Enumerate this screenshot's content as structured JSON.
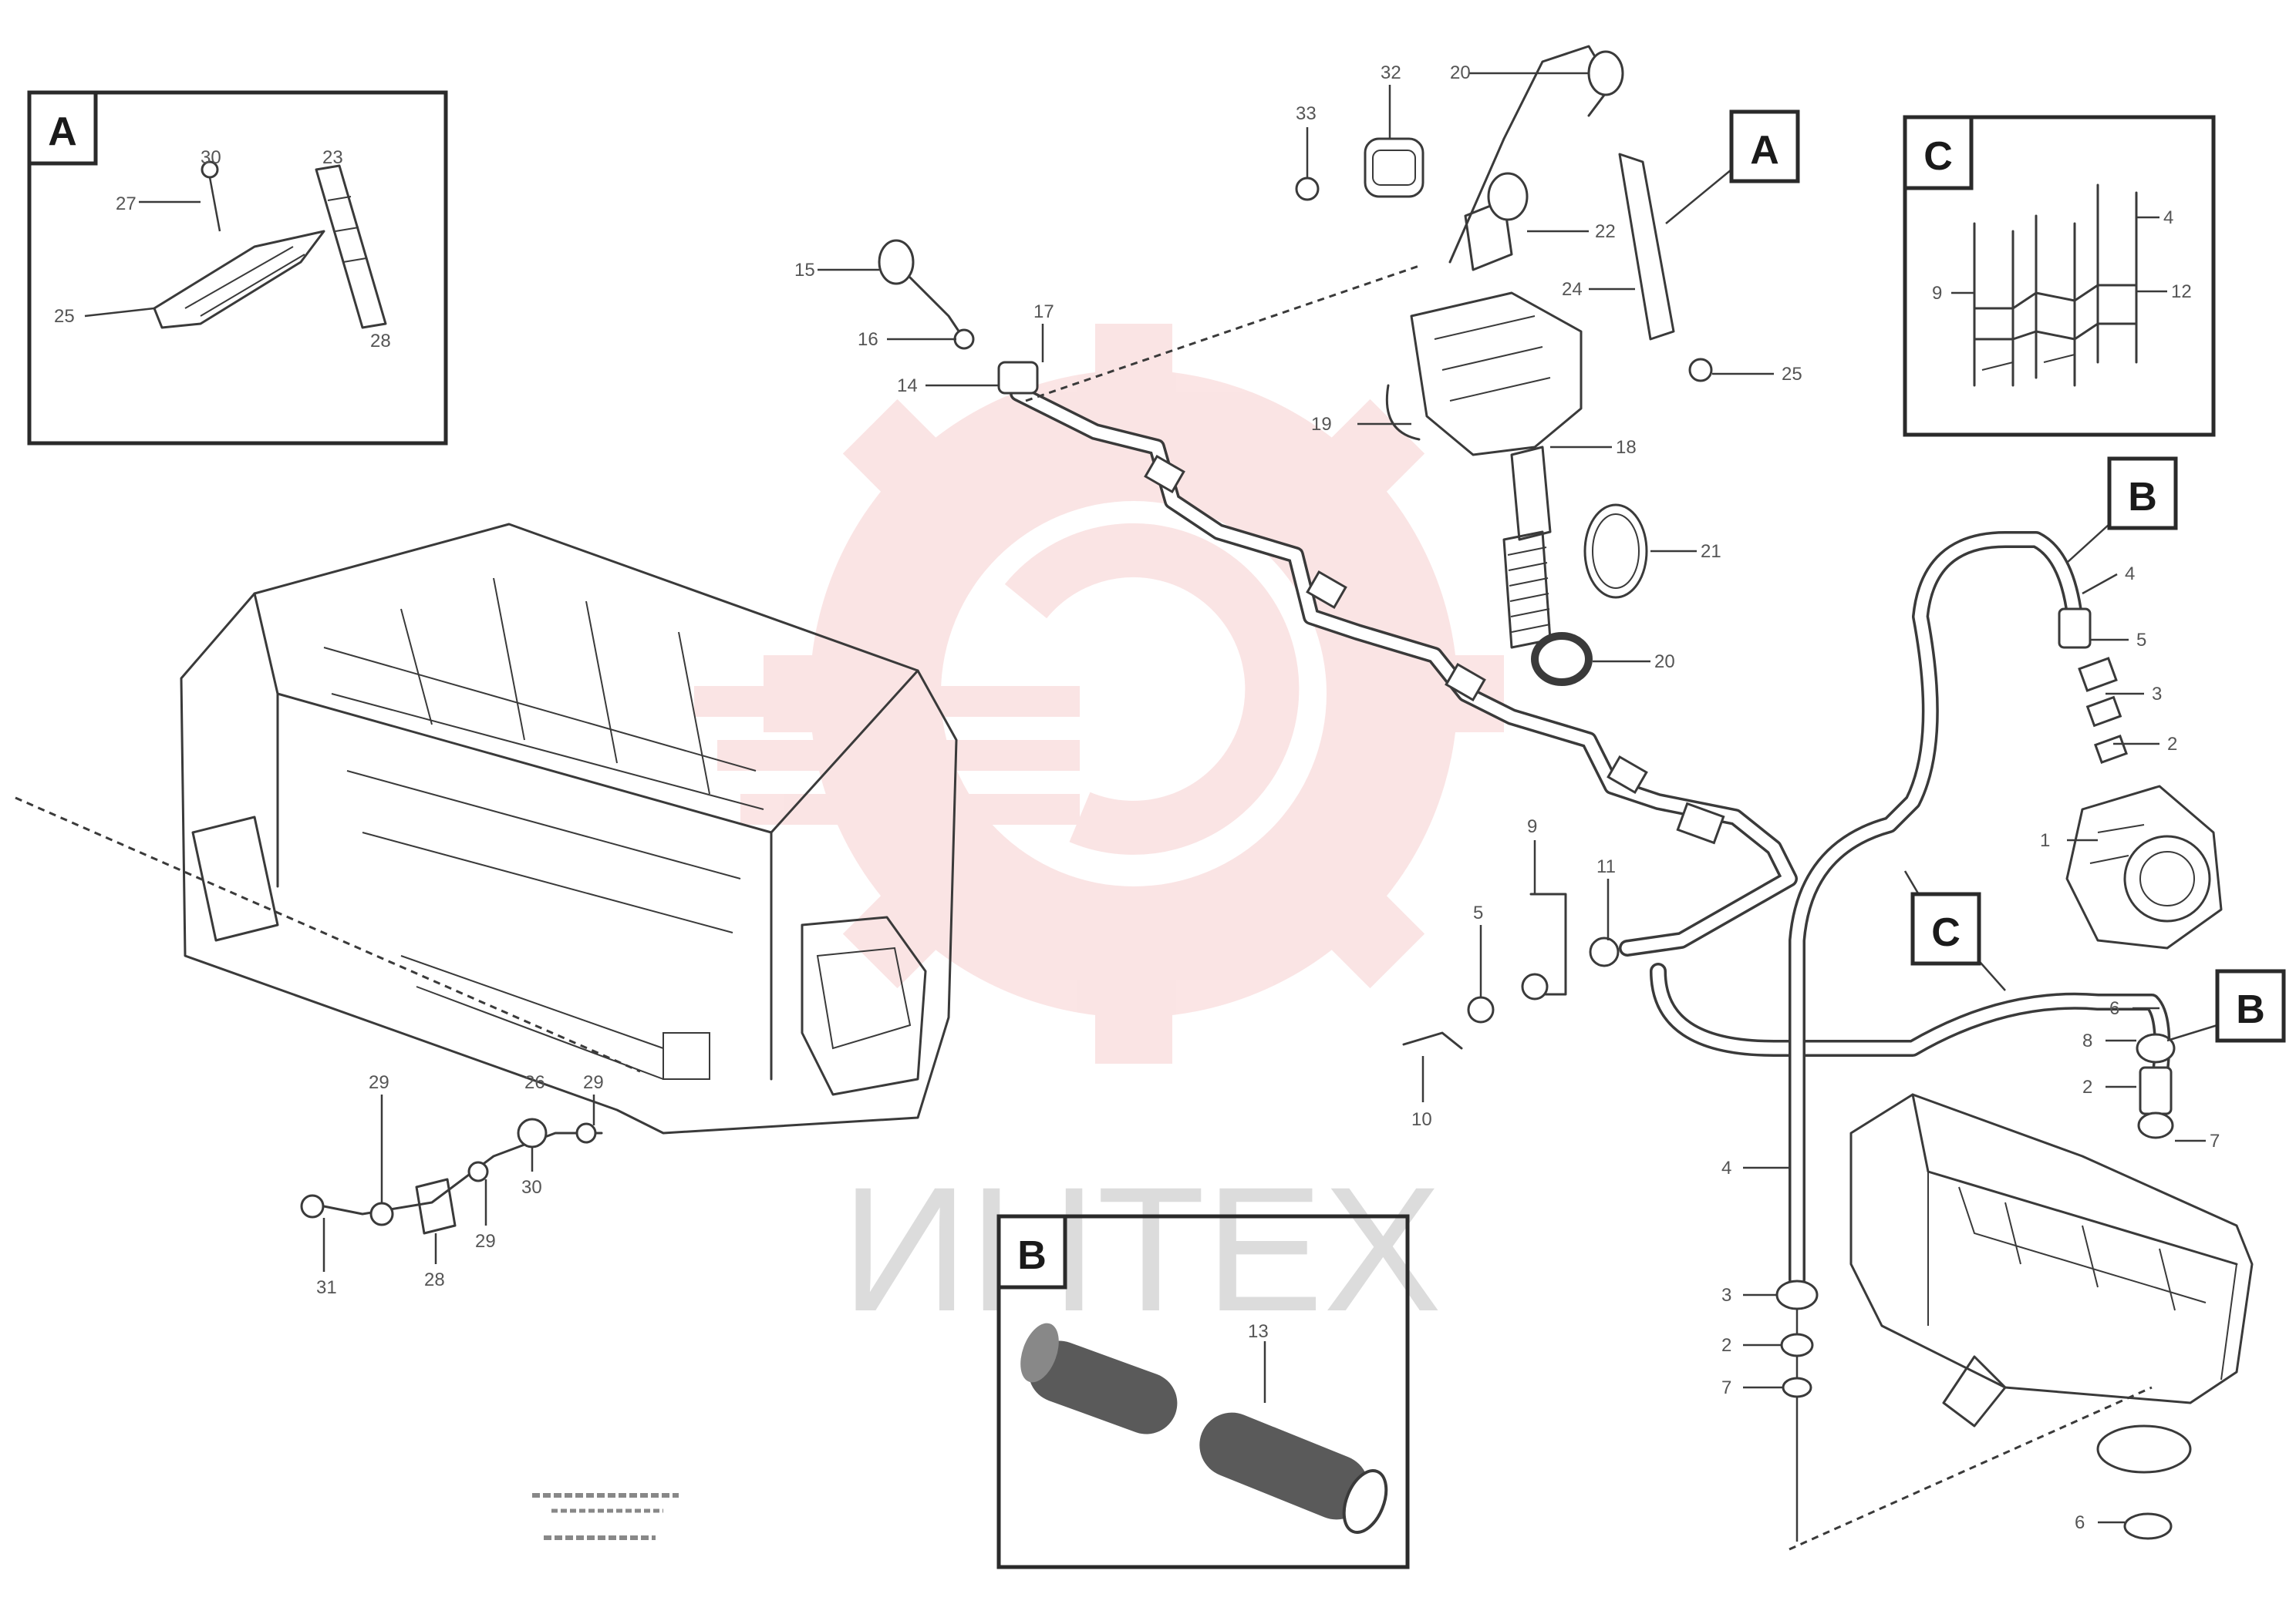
{
  "watermark": {
    "text": "ИНТЕХ",
    "color": "#f2b8b8"
  },
  "detail_labels": {
    "a": "A",
    "b": "B",
    "c": "C"
  },
  "callouts": [
    "1",
    "2",
    "3",
    "4",
    "5",
    "6",
    "7",
    "8",
    "9",
    "10",
    "11",
    "12",
    "13",
    "14",
    "15",
    "16",
    "17",
    "18",
    "19",
    "20",
    "21",
    "22",
    "23",
    "24",
    "25",
    "26",
    "27",
    "28",
    "29",
    "30",
    "31"
  ],
  "drawing_reference": ""
}
